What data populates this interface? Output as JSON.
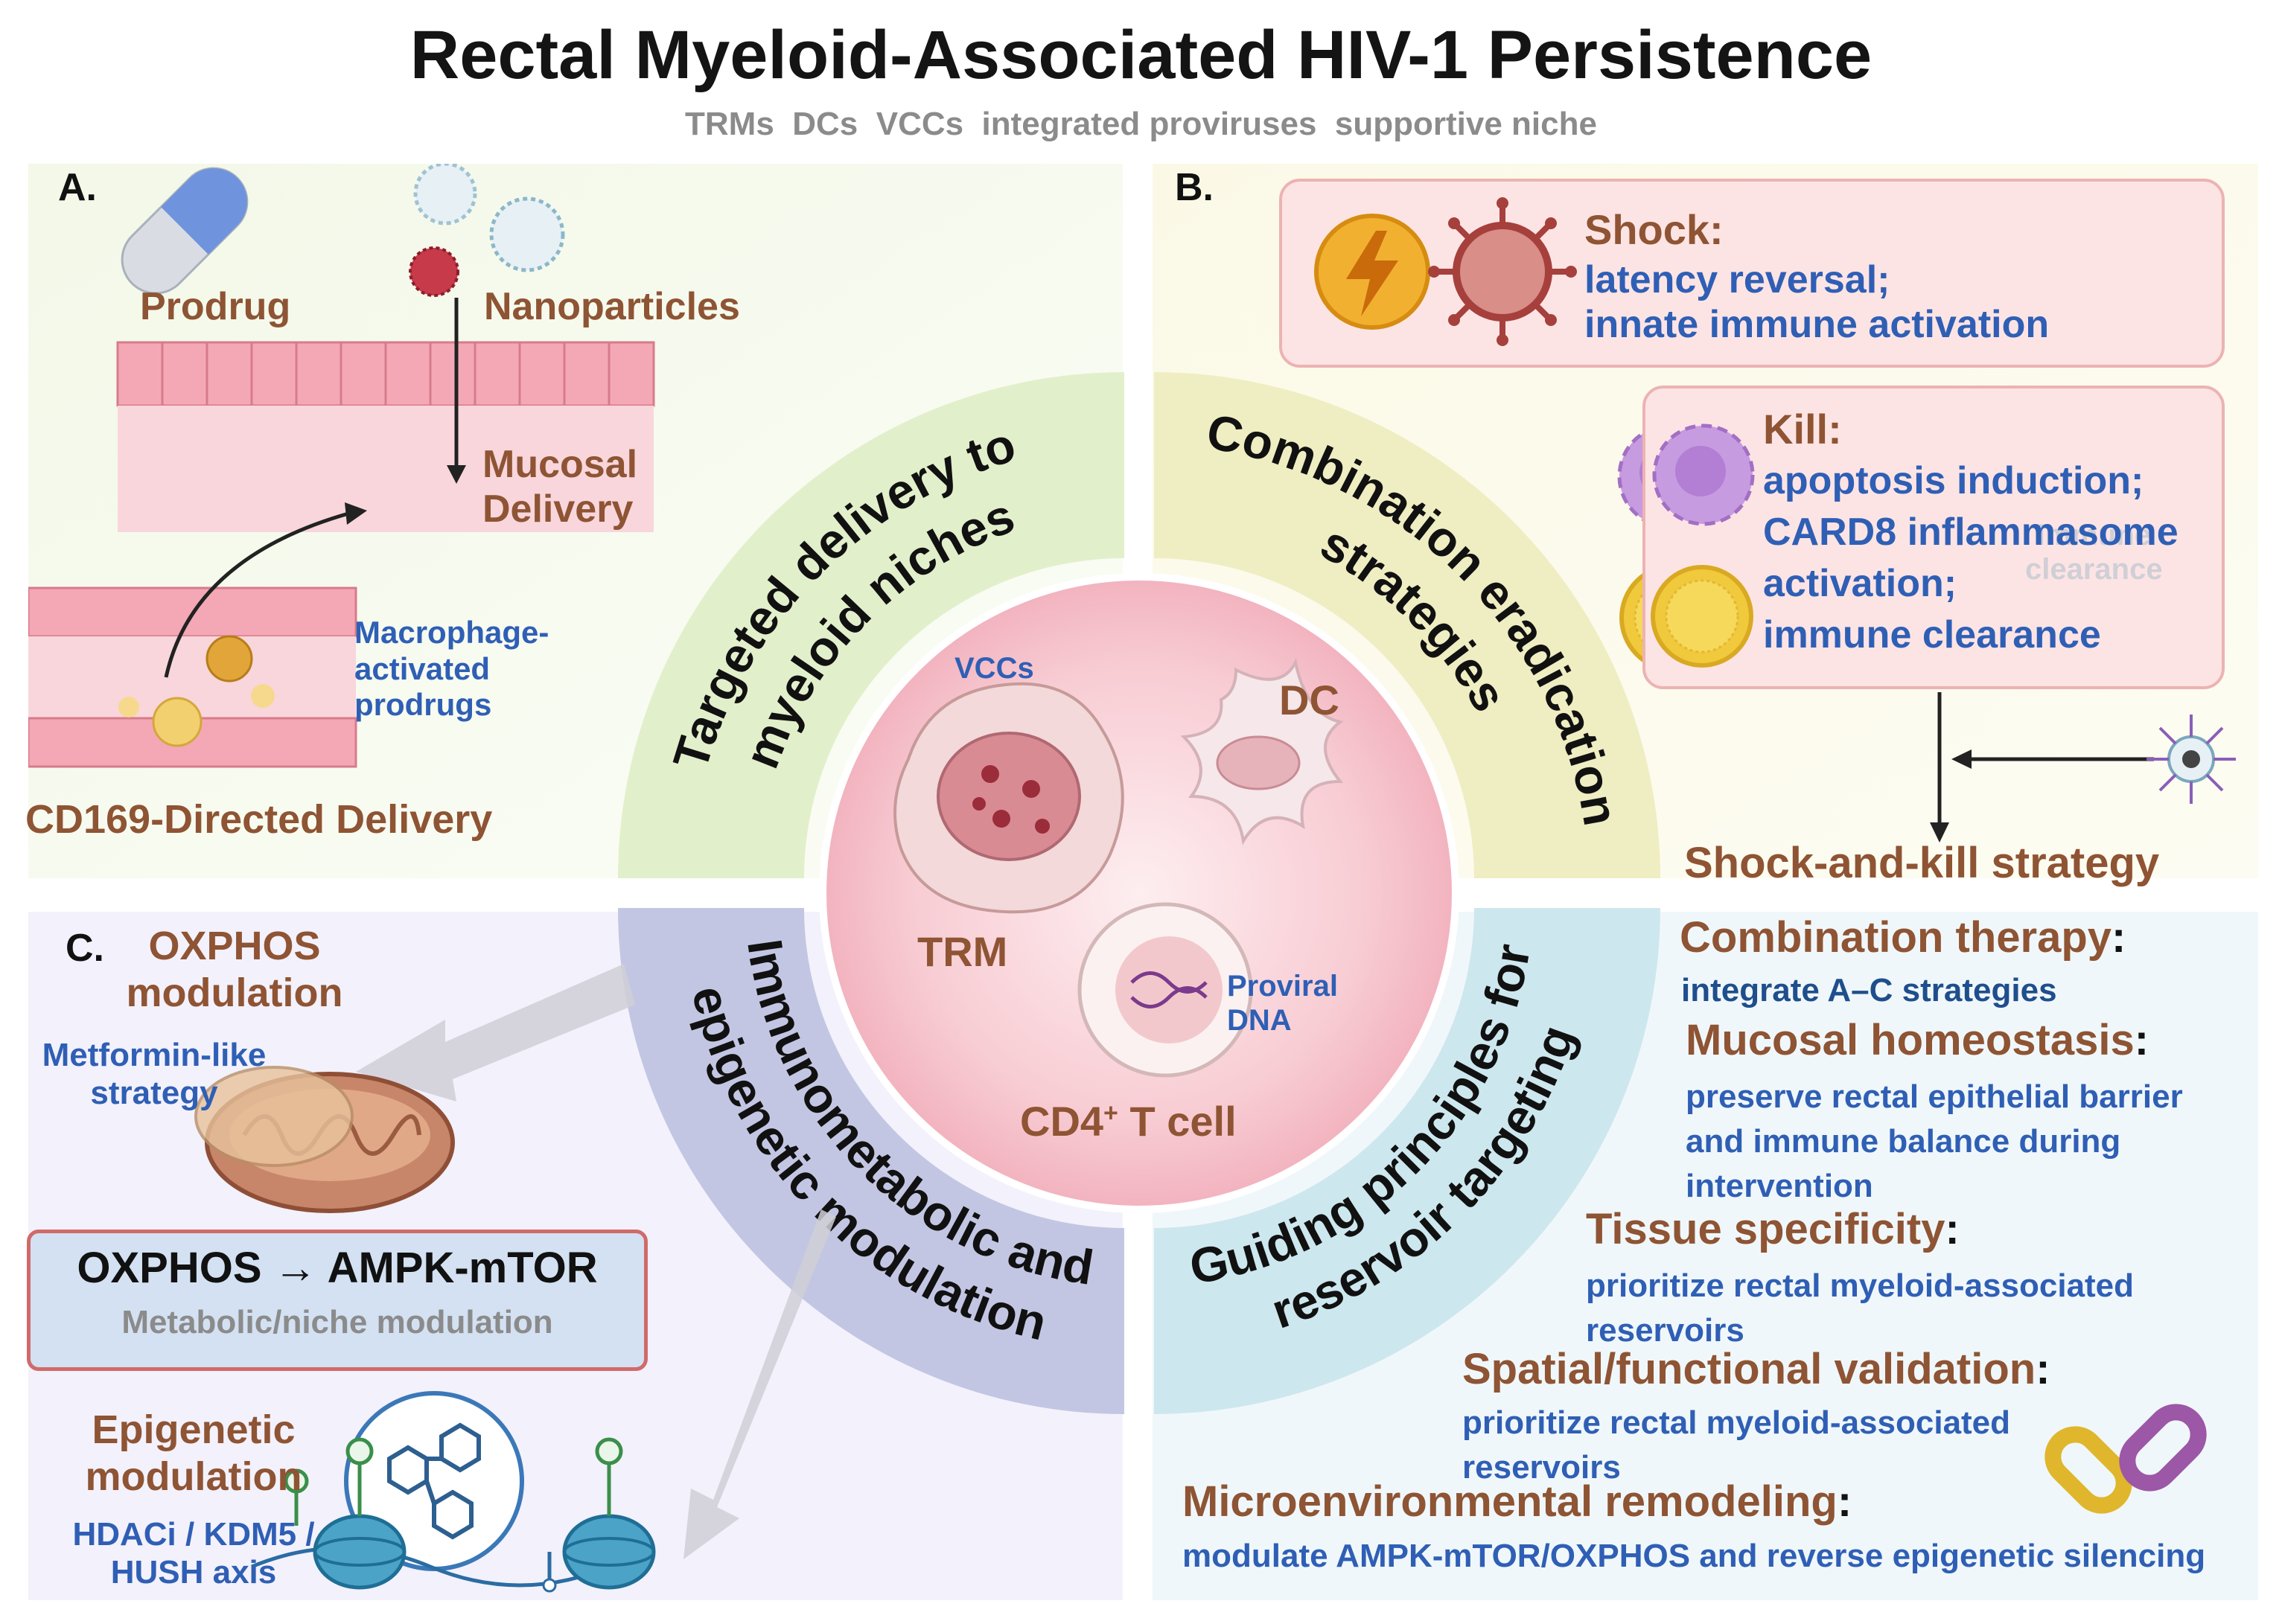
{
  "header": {
    "title": "Rectal Myeloid-Associated HIV-1 Persistence",
    "subtitle": "TRMs  DCs  VCCs  integrated proviruses  supportive niche"
  },
  "center": {
    "vccs": "VCCs",
    "dc": "DC",
    "trm": "TRM",
    "proviral_line1": "Proviral",
    "proviral_line2": "DNA",
    "cd4": "CD4",
    "cd4_sup": "+",
    "cd4_suffix": " T cell"
  },
  "ring": {
    "q1": [
      "Targeted delivery to",
      "myeloid niches"
    ],
    "q2": [
      "Combination eradication",
      "strategies"
    ],
    "q3": [
      "Immunometabolic and",
      "epigenetic modulation"
    ],
    "q4": [
      "Guiding principles for",
      "reservoir targeting"
    ]
  },
  "panel_a": {
    "label": "A.",
    "prodrug": "Prodrug",
    "nanoparticles": "Nanoparticles",
    "mucosal_line1": "Mucosal",
    "mucosal_line2": "Delivery",
    "macrophage_line1": "Macrophage-",
    "macrophage_line2": "activated",
    "macrophage_line3": "prodrugs",
    "cd169": "CD169-Directed Delivery"
  },
  "panel_b": {
    "label": "B.",
    "shock_title": "Shock:",
    "shock_line1": "latency reversal;",
    "shock_line2": "innate immune activation",
    "kill_title": "Kill:",
    "kill_line1": "apoptosis induction;",
    "kill_line2": "CARD8 inflammasome",
    "kill_line3": "activation;",
    "kill_line4": "immune clearance",
    "ghost_line1": "Immune",
    "ghost_line2": "clearance",
    "strategy": "Shock-and-kill strategy"
  },
  "panel_c": {
    "label": "C.",
    "oxphos_line1": "OXPHOS",
    "oxphos_line2": "modulation",
    "metformin_line1": "Metformin-like",
    "metformin_line2": "strategy",
    "box_title": "OXPHOS → AMPK-mTOR",
    "box_sub": "Metabolic/niche modulation",
    "epi_line1": "Epigenetic",
    "epi_line2": "modulation",
    "hdac_line1": "HDACi / KDM5 /",
    "hdac_line2": "HUSH axis"
  },
  "panel_d": {
    "items": [
      {
        "title": "Combination therapy",
        "lines": [
          "integrate A–C strategies"
        ]
      },
      {
        "title": "Mucosal homeostasis",
        "lines": [
          "preserve rectal epithelial barrier",
          "and immune balance during",
          "intervention"
        ]
      },
      {
        "title": "Tissue specificity",
        "lines": [
          "prioritize rectal myeloid-associated",
          "reservoirs"
        ]
      },
      {
        "title": "Spatial/functional validation",
        "lines": [
          "prioritize rectal myeloid-associated",
          "reservoirs"
        ]
      },
      {
        "title": "Microenvironmental remodeling",
        "lines": [
          "modulate AMPK-mTOR/OXPHOS and reverse epigenetic silencing"
        ]
      }
    ],
    "colon": ":"
  },
  "colors": {
    "brown": "#8e5434",
    "blue": "#2f5fb5",
    "quadrant_a": "#e2efcb",
    "quadrant_b": "#efedc2",
    "quadrant_c": "#c3c6e3",
    "quadrant_d": "#cde7ee",
    "center": "#f6c3cc"
  }
}
